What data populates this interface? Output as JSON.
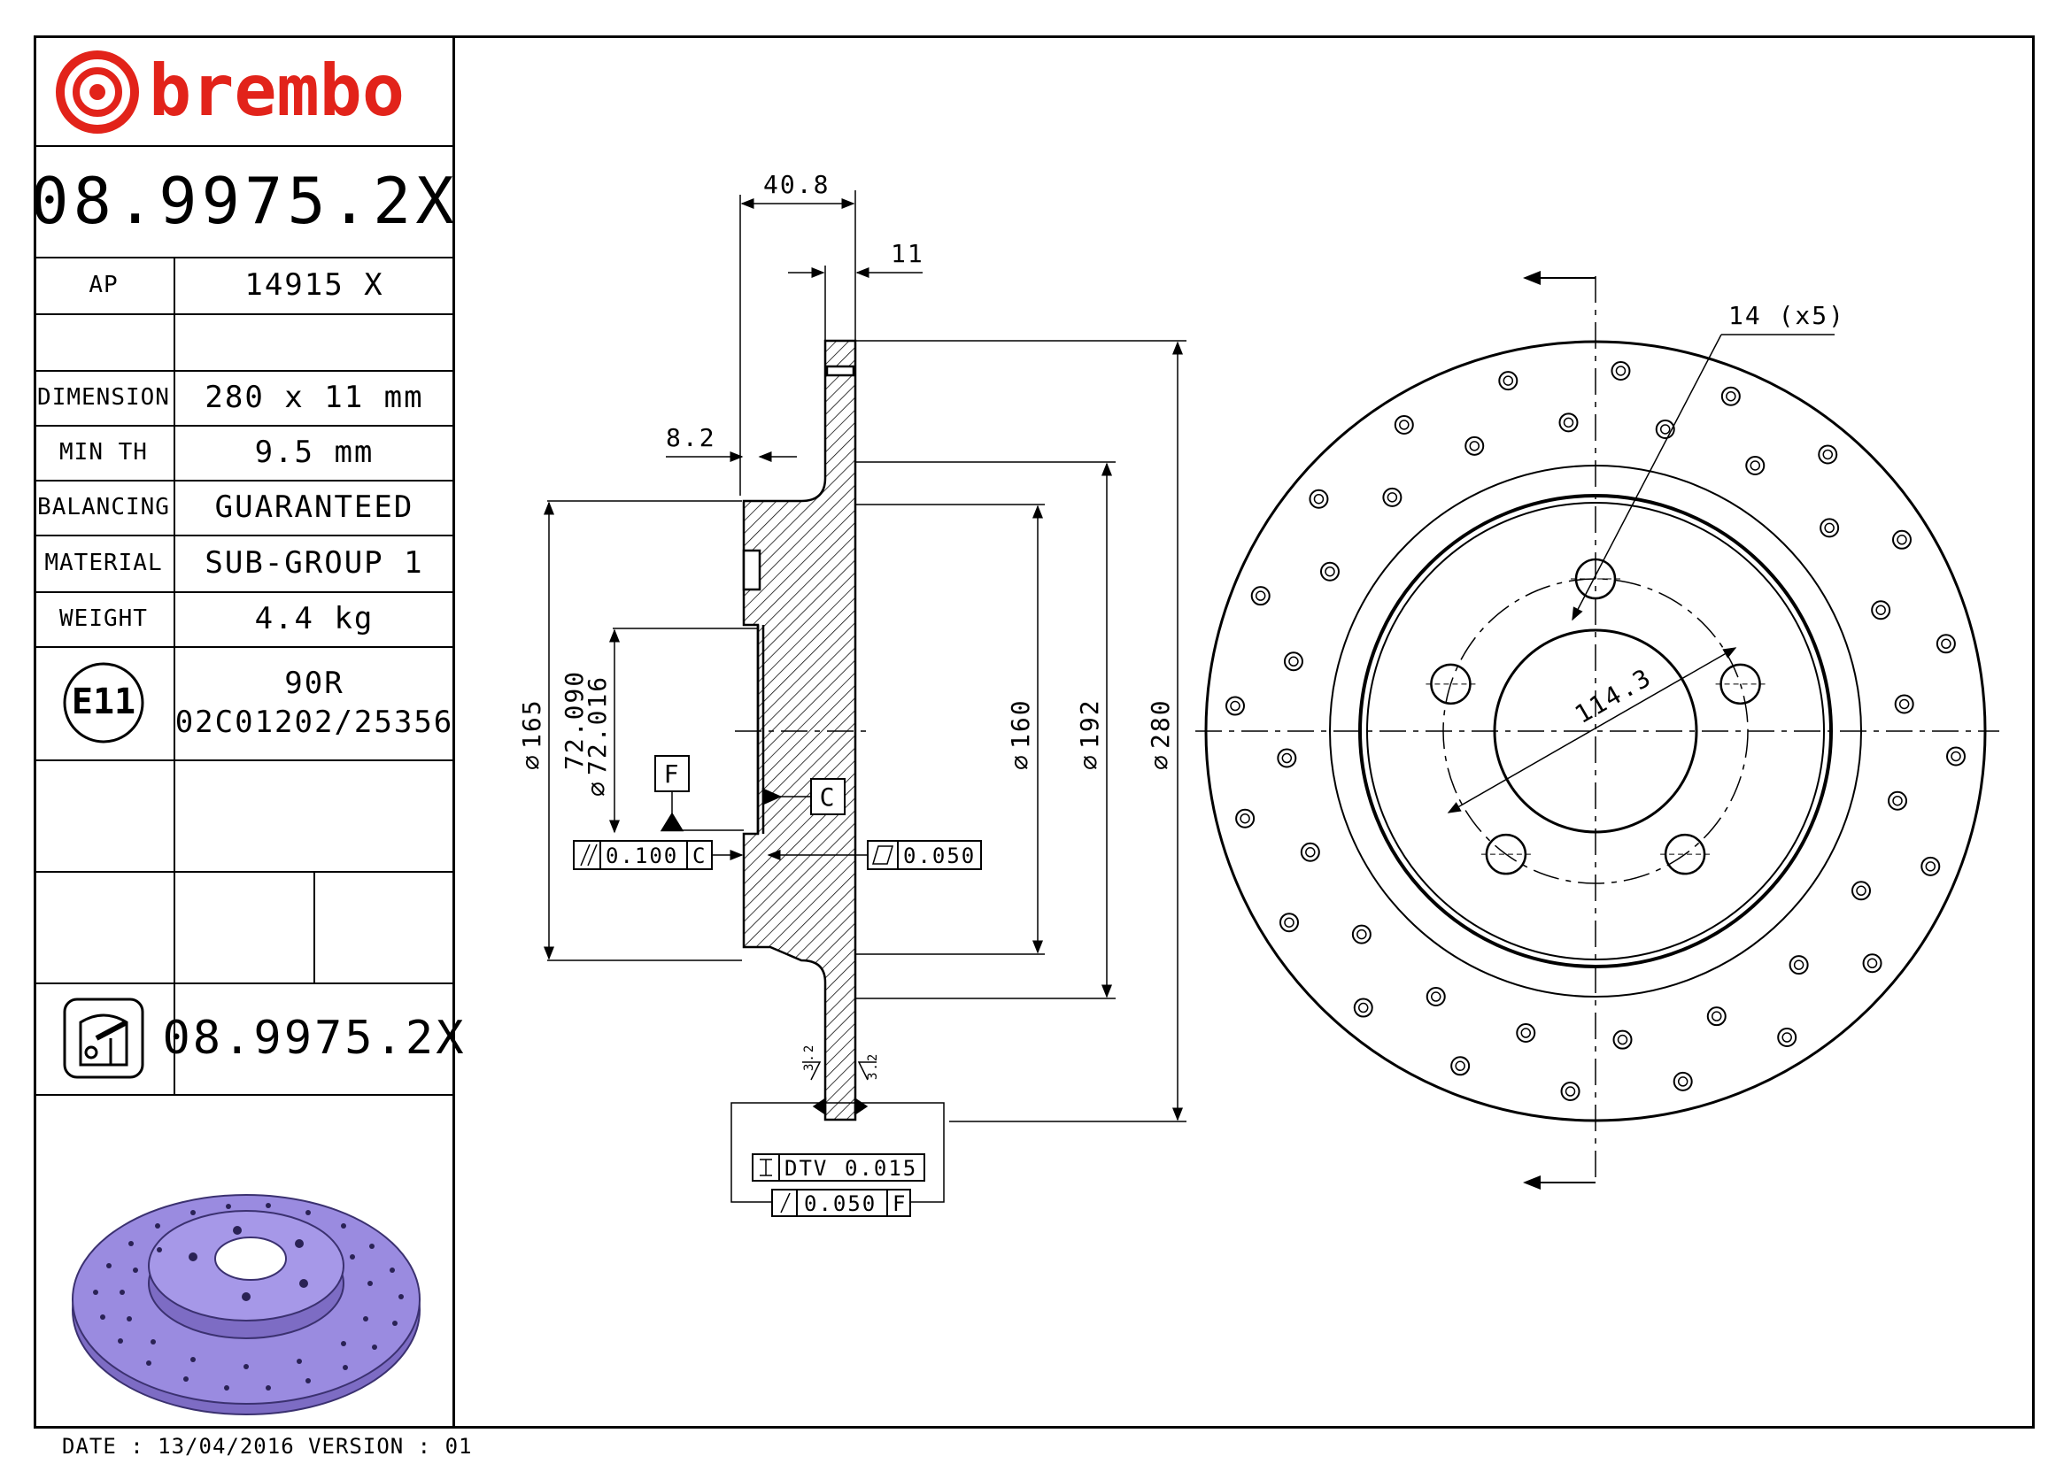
{
  "brand": {
    "name": "brembo",
    "color": "#e2231a"
  },
  "part_number": "08.9975.2X",
  "spec_rows": [
    {
      "label": "AP",
      "value": "14915 X"
    },
    {
      "label": "",
      "value": ""
    },
    {
      "label": "DIMENSION",
      "value": "280 x 11 mm"
    },
    {
      "label": "MIN TH",
      "value": "9.5 mm"
    },
    {
      "label": "BALANCING",
      "value": "GUARANTEED"
    },
    {
      "label": "MATERIAL",
      "value": "SUB-GROUP 1"
    },
    {
      "label": "WEIGHT",
      "value": "4.4 kg"
    }
  ],
  "approval": {
    "mark": "E11",
    "line1": "90R",
    "line2": "02C01202/25356"
  },
  "reference_number": "08.9975.2X",
  "footer": "DATE : 13/04/2016 VERSION : 01",
  "section_view": {
    "dims": {
      "overall_width": "40.8",
      "disc_thickness": "11",
      "hat_thickness": "8.2",
      "d165": "165",
      "d_center_max": "72.090",
      "d_center_min": "72.016",
      "d160": "160",
      "d192": "192",
      "d280": "280",
      "surf_left": "3.2",
      "surf_right": "3.2"
    },
    "datums": {
      "f": "F",
      "c": "C"
    },
    "tolerances": {
      "parallel": {
        "value": "0.100",
        "ref": "C"
      },
      "flatness": {
        "value": "0.050"
      },
      "dtv": {
        "label": "DTV",
        "value": "0.015"
      },
      "runout": {
        "value": "0.050",
        "ref": "F"
      }
    }
  },
  "front_view": {
    "hole_label": "14 (x5)",
    "pcd": "114.3"
  },
  "icons": [
    "brembo-logo-icon",
    "disc-section-icon",
    "e11-approval-icon"
  ]
}
